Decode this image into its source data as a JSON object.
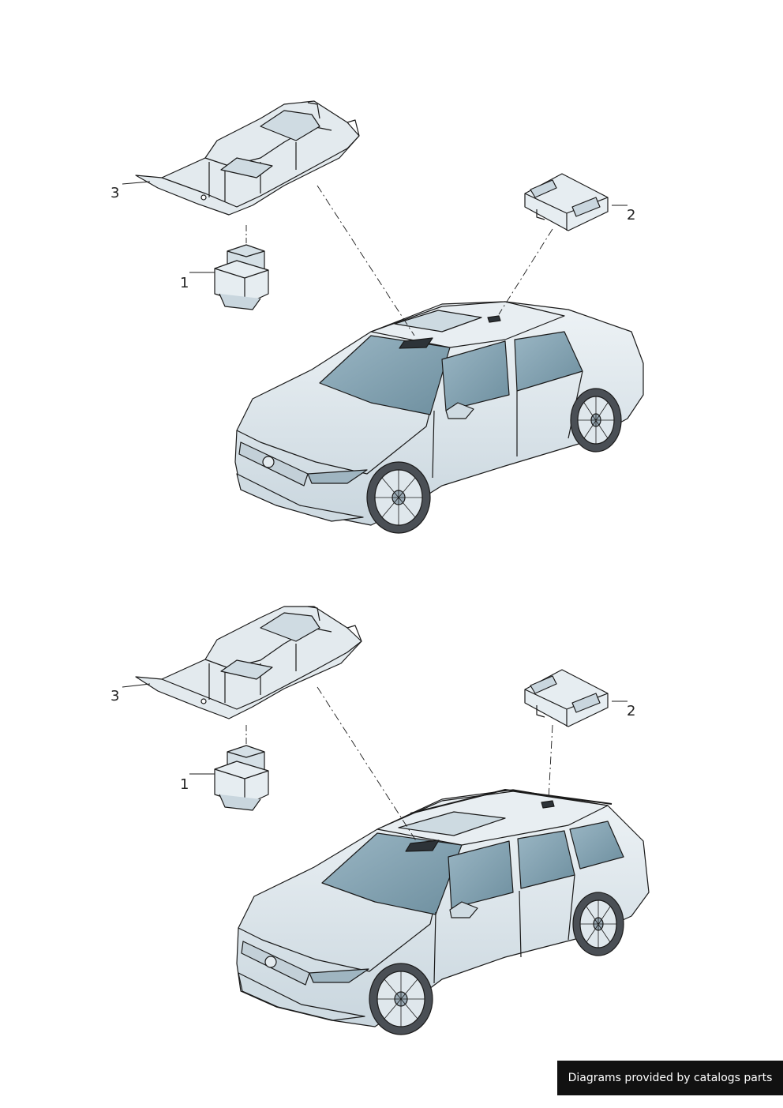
{
  "colors": {
    "line": "#1a1a1a",
    "fill": "#dfe7ec",
    "shade": "#b8c9d3",
    "glass": "#7fa3b4",
    "dark": "#3a3f44"
  },
  "callouts": {
    "top": {
      "item1": "1",
      "item2": "2",
      "item3": "3"
    },
    "bottom": {
      "item1": "1",
      "item2": "2",
      "item3": "3"
    }
  },
  "credit": "Diagrams provided by catalogs parts"
}
